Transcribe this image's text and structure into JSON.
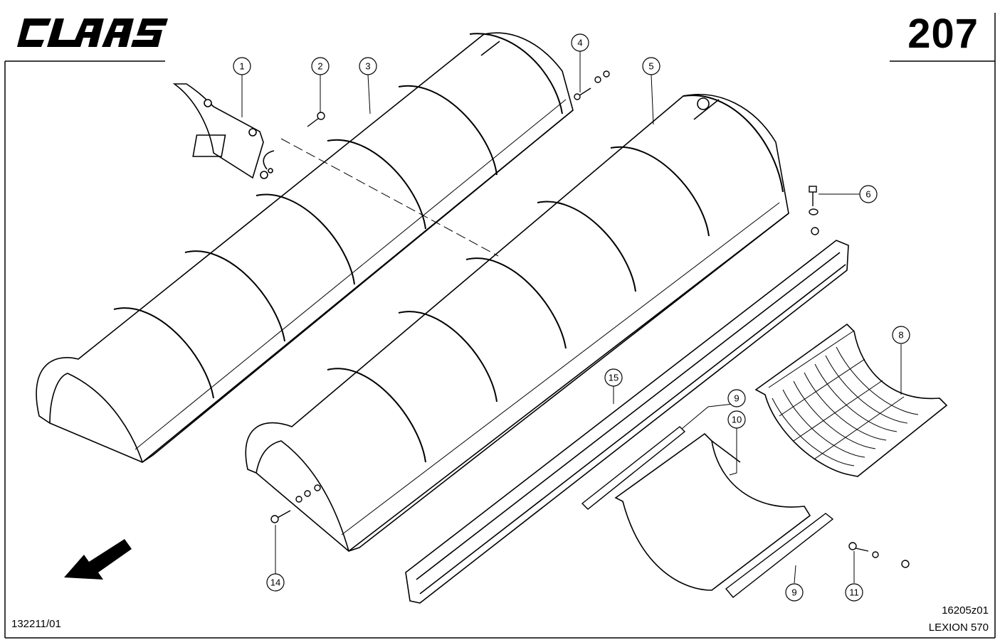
{
  "header": {
    "brand": "CLAAS",
    "page_number": "207"
  },
  "footer": {
    "doc_code": "132211/01",
    "drawing_id": "16205z01",
    "model": "LEXION 570"
  },
  "callouts": [
    "1",
    "2",
    "3",
    "4",
    "5",
    "6",
    "8",
    "9",
    "10",
    "15",
    "9",
    "11",
    "14"
  ],
  "colors": {
    "ink": "#000000",
    "paper": "#ffffff"
  }
}
